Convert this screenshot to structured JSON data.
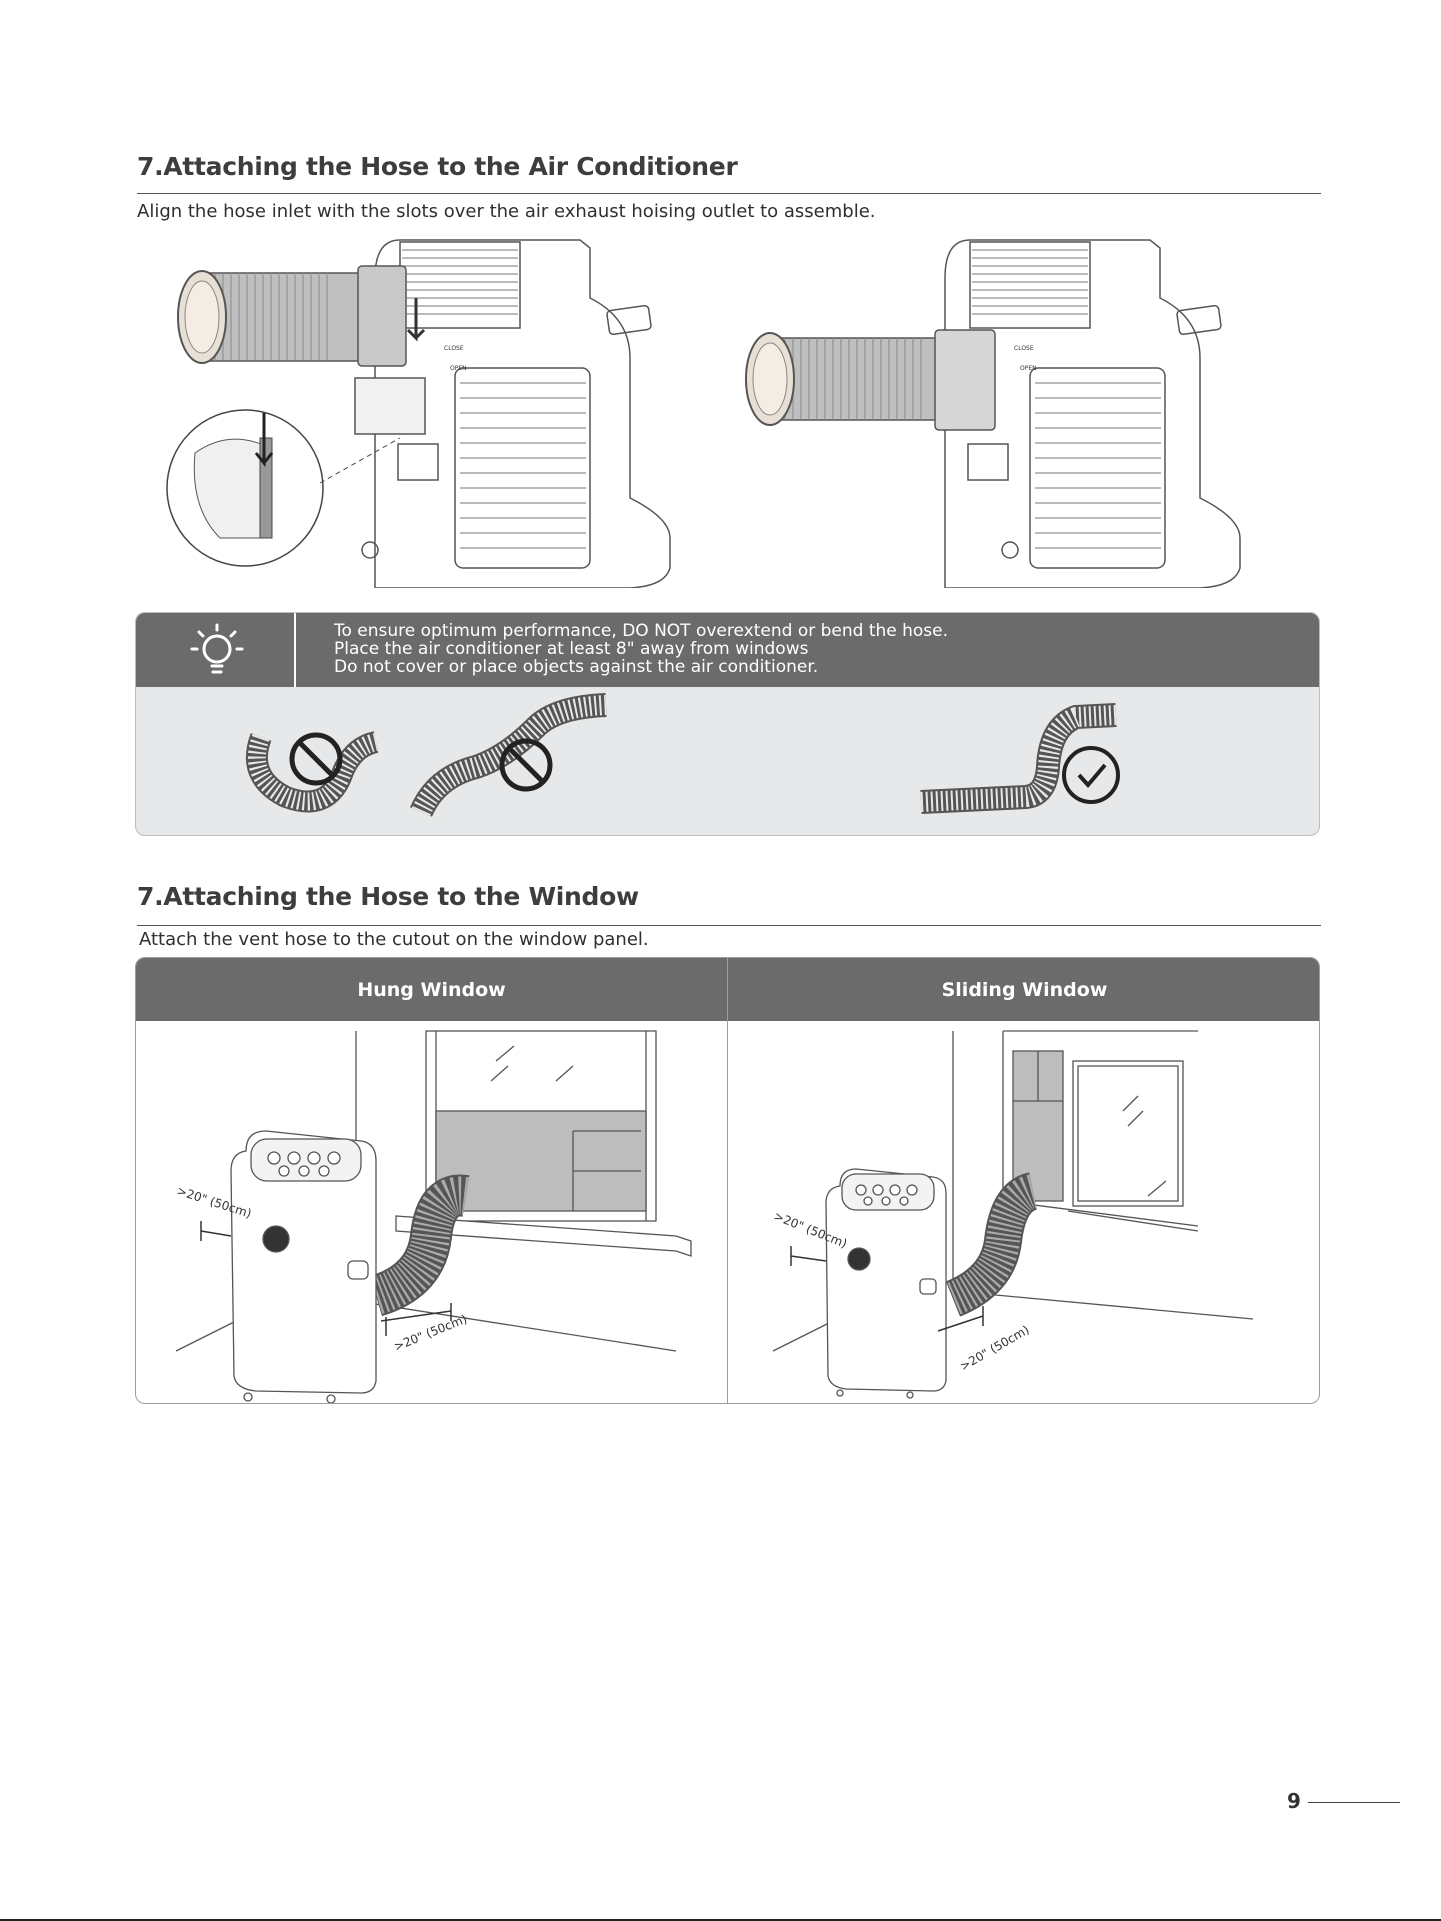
{
  "section1": {
    "title": "7.Attaching the Hose to the Air Conditioner",
    "description": "Align the hose inlet with the slots over the air exhaust hoising outlet to assemble.",
    "labels": {
      "close": "CLOSE",
      "open": "OPEN"
    }
  },
  "tip": {
    "icon": "lightbulb-icon",
    "lines": [
      "To ensure optimum performance, DO NOT overextend or bend the hose.",
      "Place the air conditioner at least 8\" away from windows",
      "Do not cover or place objects against the air conditioner."
    ]
  },
  "section2": {
    "title": "7.Attaching the Hose to the Window",
    "description": "Attach the vent hose to the cutout on the window panel.",
    "columns": [
      "Hung Window",
      "Sliding Window"
    ],
    "clearance_label": ">20\" (50cm)"
  },
  "page": {
    "number": "9"
  },
  "colors": {
    "header_gray": "#6b6b6b",
    "panel_gray": "#e7e8e9",
    "text": "#3d3d3d"
  }
}
